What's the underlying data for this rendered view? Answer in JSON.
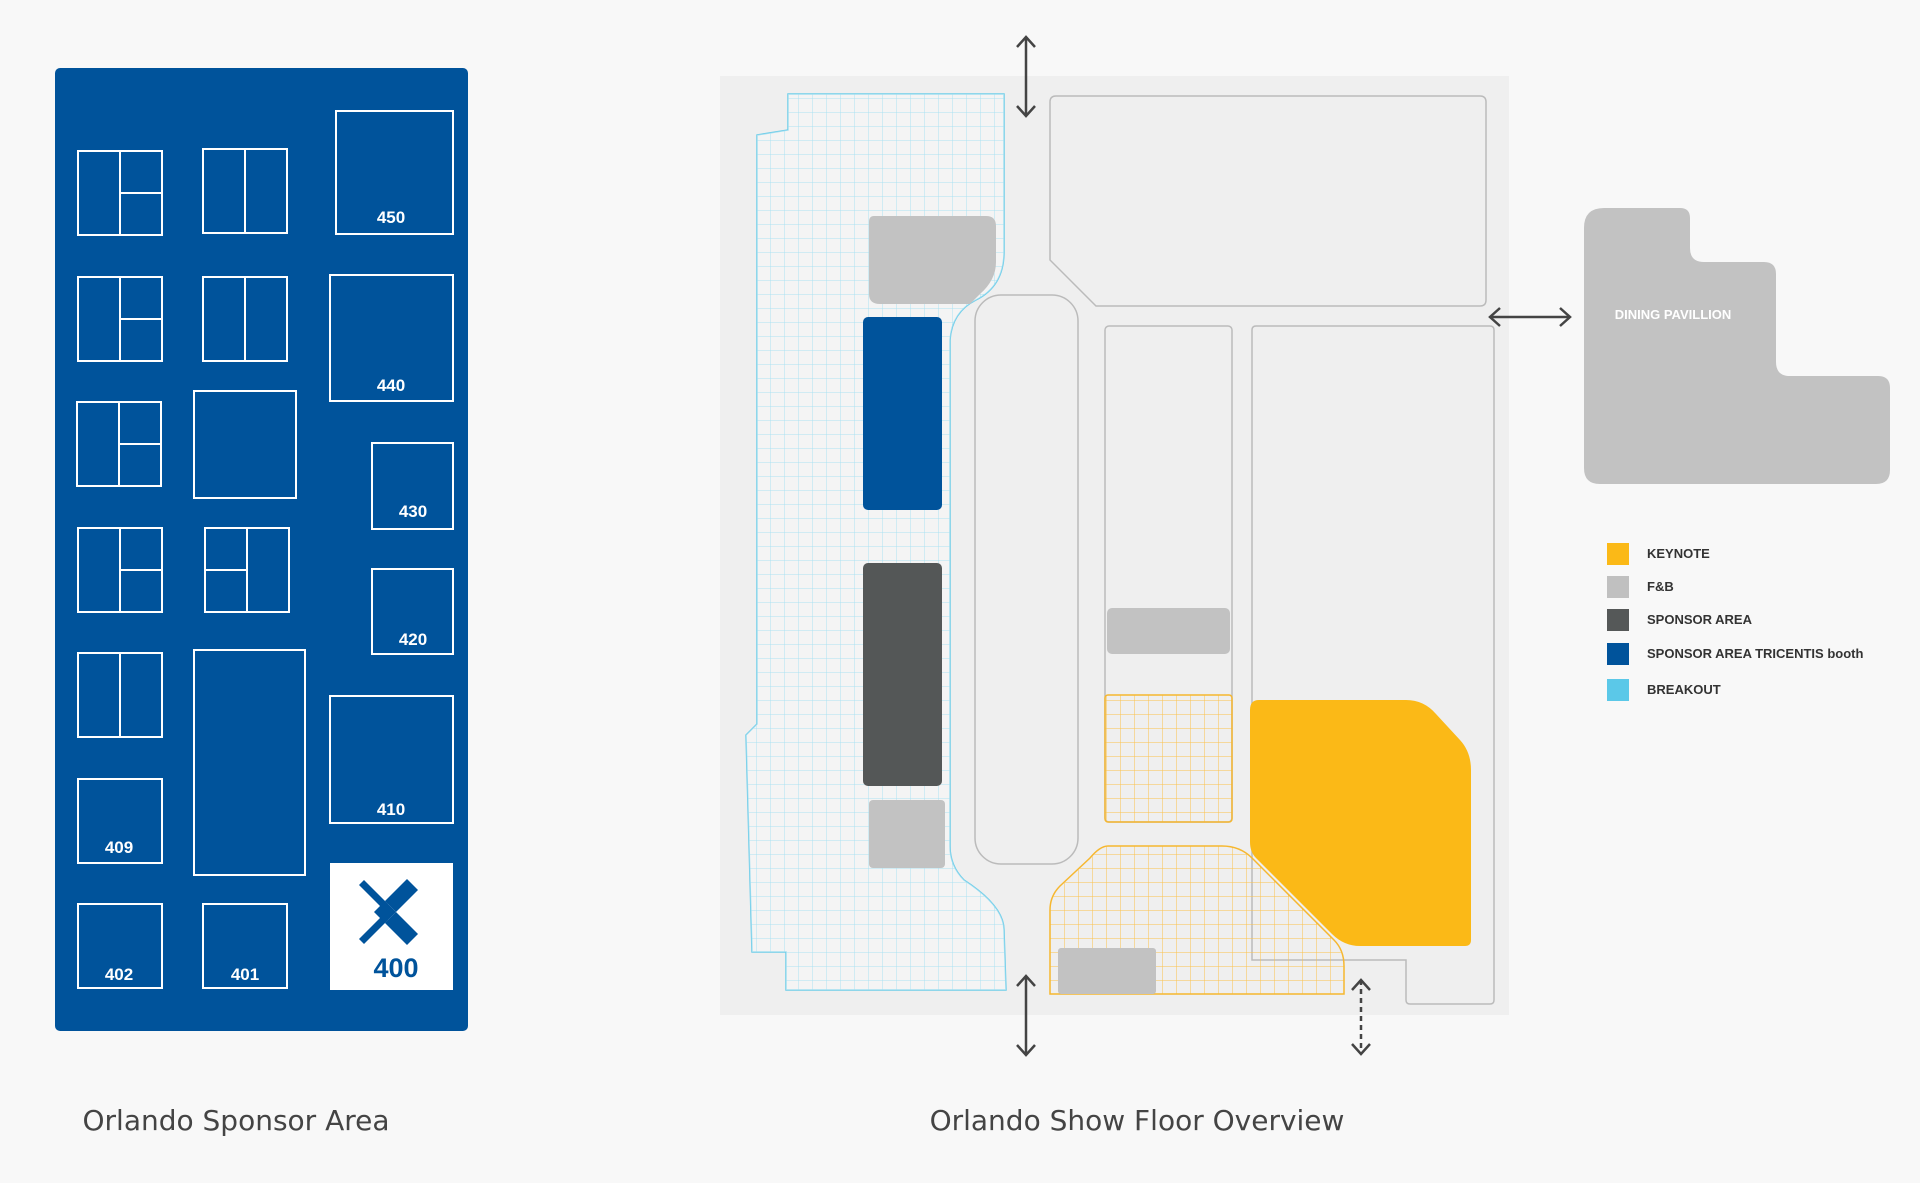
{
  "sponsor_area": {
    "caption": "Orlando Sponsor Area",
    "colors": {
      "background": "#00539b",
      "booth_stroke": "#ffffff",
      "featured_fill": "#ffffff"
    },
    "booths": {
      "b450": "450",
      "b440": "440",
      "b430": "430",
      "b420": "420",
      "b410": "410",
      "b409": "409",
      "b402": "402",
      "b401": "401",
      "b400": "400"
    },
    "featured_logo": "tricentis-x-icon"
  },
  "show_floor": {
    "caption": "Orlando Show Floor Overview",
    "dining_label": "DINING PAVILLION",
    "arrows": [
      "double-arrow-top",
      "double-arrow-right",
      "double-arrow-bottom",
      "dashed-double-arrow-bottom"
    ]
  },
  "legend": {
    "items": [
      {
        "label": "KEYNOTE",
        "color": "#fbb917"
      },
      {
        "label": "F&B",
        "color": "#c0c0c0"
      },
      {
        "label": "SPONSOR AREA",
        "color": "#555858"
      },
      {
        "label": "SPONSOR AREA TRICENTIS booth",
        "color": "#00539b"
      },
      {
        "label": "BREAKOUT",
        "color": "#5bc8e8"
      }
    ]
  }
}
